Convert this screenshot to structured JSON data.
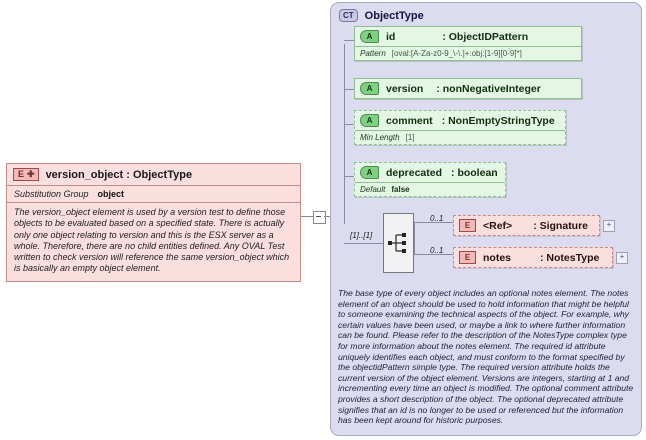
{
  "element_panel": {
    "icon": "element-icon",
    "expand_icon": "plus-icon",
    "title": "version_object : ObjectType",
    "substitution_group_label": "Substitution Group",
    "substitution_group_value": "object",
    "documentation": "The version_object element is used by a version test to define those objects to be evaluated based on a specified state. There is actually only one object relating to version and this is the ESX server as a whole. Therefore, there are no child entities defined. Any OVAL Test written to check version will reference the same version_object which is basically an empty object element."
  },
  "connector": {
    "toggle_icon": "collapse-box-icon",
    "toggle_glyph": "-"
  },
  "complex_type": {
    "badge": "CT",
    "title": "ObjectType",
    "attributes": [
      {
        "badge": "A",
        "name": "id",
        "type": ": ObjectIDPattern",
        "facet_label": "Pattern",
        "facet_value": "[oval:[A-Za-z0-9_\\-\\.]+:obj:[1-9][0-9]*]",
        "required": true
      },
      {
        "badge": "A",
        "name": "version",
        "type": ": nonNegativeInteger",
        "facet_label": "",
        "facet_value": "",
        "required": true
      },
      {
        "badge": "A",
        "name": "comment",
        "type": ": NonEmptyStringType",
        "facet_label": "Min Length",
        "facet_value": "[1]",
        "required": false
      },
      {
        "badge": "A",
        "name": "deprecated",
        "type": ": boolean",
        "facet_label": "Default",
        "facet_value": "false",
        "required": false
      }
    ],
    "sequence": {
      "icon": "sequence-compositor-icon",
      "cardinality": "[1]..[1]"
    },
    "elements": [
      {
        "badge": "E",
        "name": "<Ref>",
        "type": ": Signature",
        "occurrence": "0..1",
        "expand_glyph": "+"
      },
      {
        "badge": "E",
        "name": "notes",
        "type": ": NotesType",
        "occurrence": "0..1",
        "expand_glyph": "+"
      }
    ],
    "documentation": "The base type of every object includes an optional notes element. The notes element of an object should be used to hold information that might be helpful to someone examining the technical aspects of the object. For example, why certain values have been used, or maybe a link to where further information can be found. Please refer to the description of the NotesType complex type for more information about the notes element. The required id attribute uniquely identifies each object, and must conform to the format specified by the objectidPattern simple type. The required version attribute holds the current version of the object element. Versions are integers, starting at 1 and incrementing every time an object is modified. The optional comment attribute provides a short description of the object. The optional deprecated attribute signifies that an id is no longer to be used or referenced but the information has been kept around for historic purposes."
  },
  "colors": {
    "element_fill": "#fbdede",
    "element_border": "#c58a8a",
    "attribute_fill": "#e4f6e4",
    "attribute_border": "#8fbf8f",
    "complextype_fill": "#dcdcf0",
    "complextype_border": "#a8a8c8"
  }
}
